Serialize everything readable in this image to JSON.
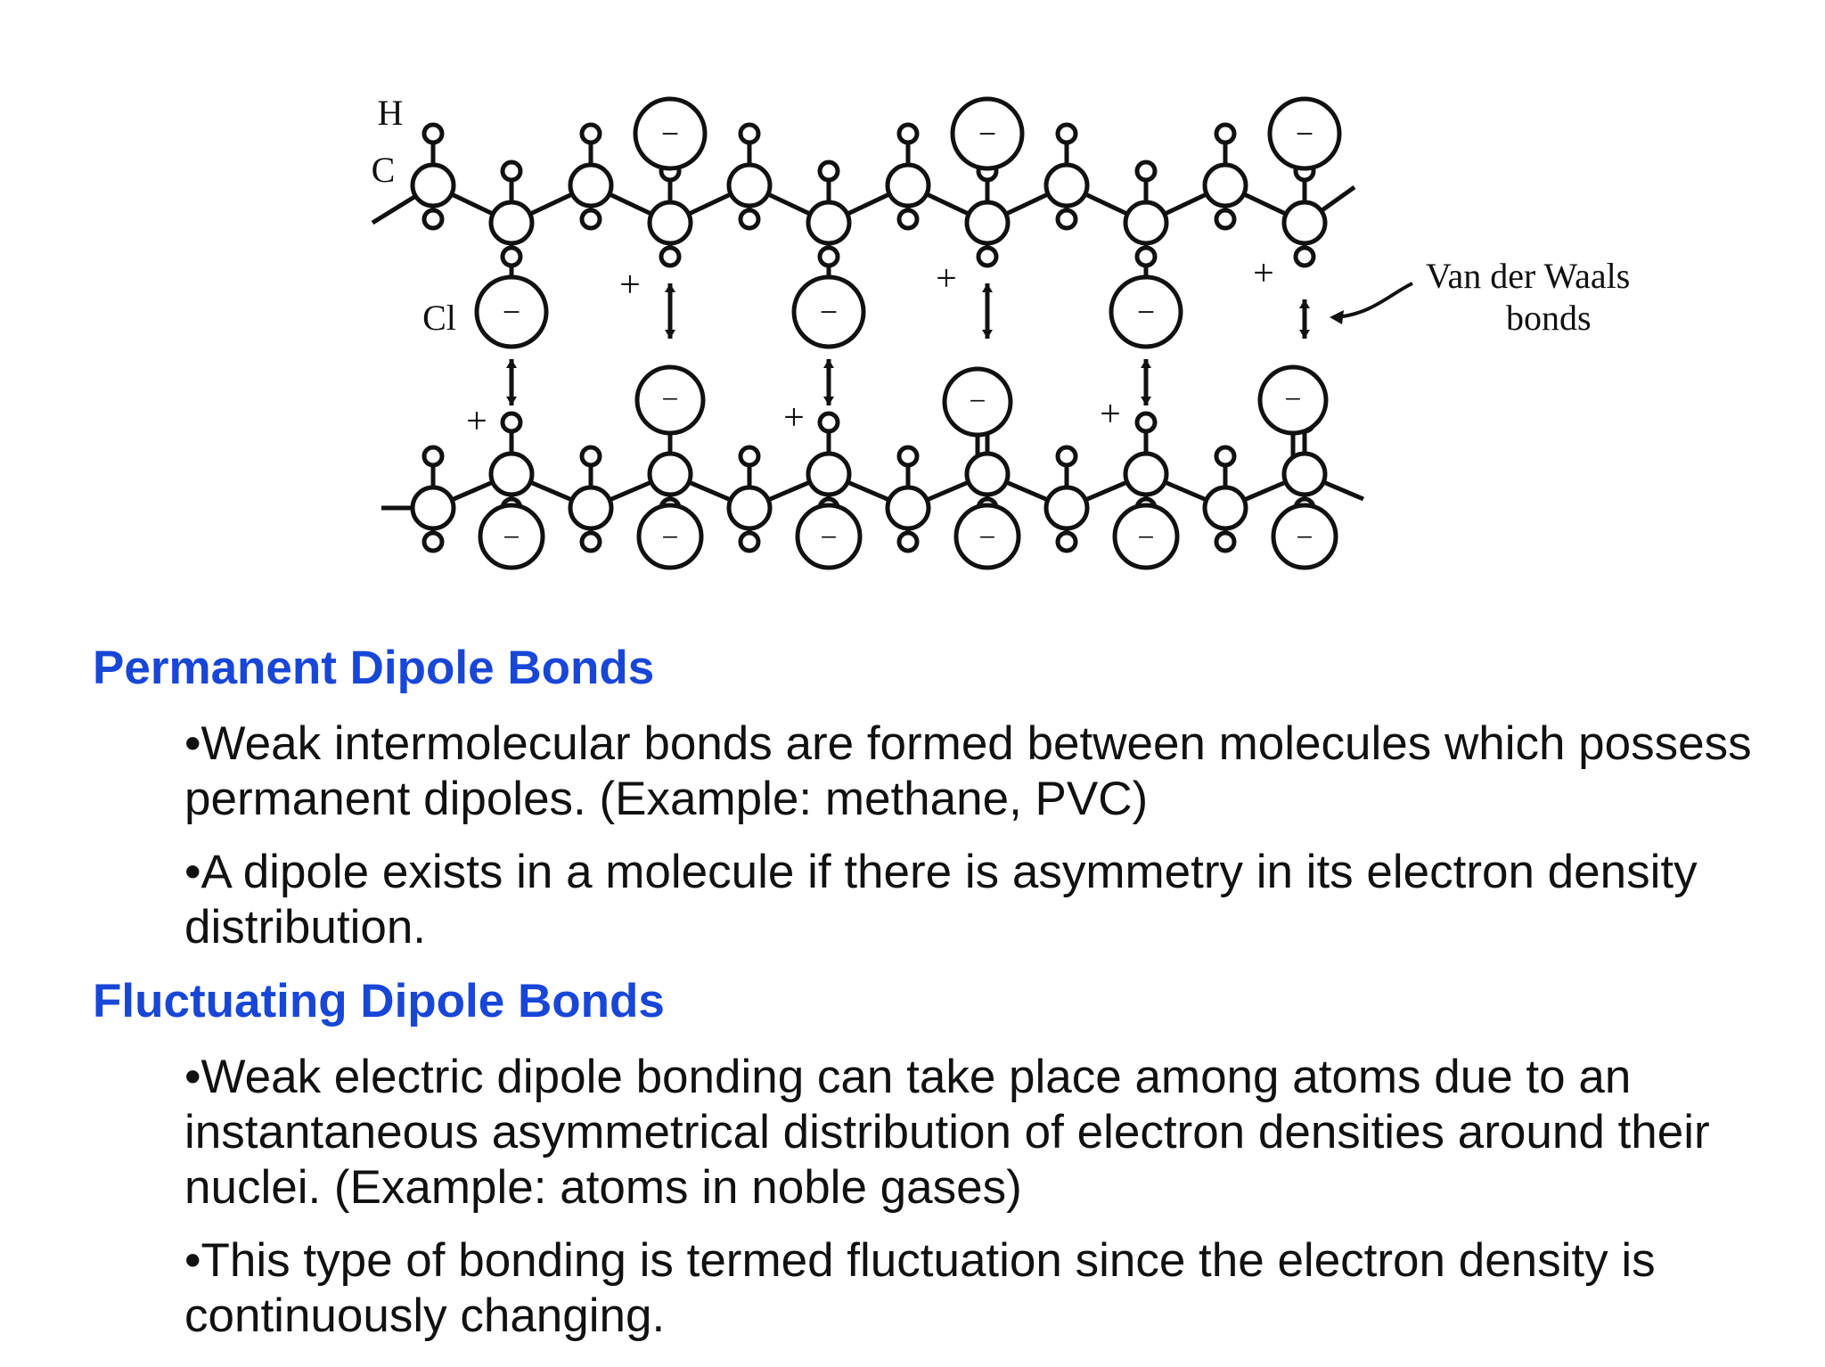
{
  "diagram": {
    "atom_labels": {
      "hydrogen": "H",
      "carbon": "C",
      "chlorine": "Cl"
    },
    "charge_negative": "−",
    "charge_positive": "+",
    "annotation": [
      "Van der Waals",
      "bonds"
    ]
  },
  "sections": [
    {
      "heading": "Permanent Dipole Bonds",
      "bullets": [
        "•Weak intermolecular bonds are formed between molecules which possess permanent dipoles. (Example: methane, PVC)",
        "•A dipole exists in a molecule if there is asymmetry in its electron density distribution."
      ]
    },
    {
      "heading": "Fluctuating Dipole Bonds",
      "bullets": [
        "•Weak electric dipole bonding can take place among atoms due to an instantaneous asymmetrical distribution of electron densities around their nuclei. (Example: atoms in noble gases)",
        "•This type of bonding is termed fluctuation since the electron density is continuously changing."
      ]
    }
  ],
  "colors": {
    "heading": "#1846d6",
    "text": "#111111",
    "background": "#ffffff"
  }
}
